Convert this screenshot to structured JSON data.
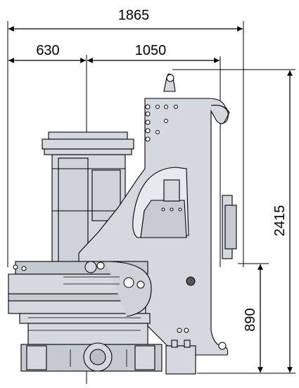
{
  "dimensions": {
    "overall_width": "1865",
    "left_offset": "630",
    "right_span": "1050",
    "overall_height": "2415",
    "lower_height": "890"
  },
  "colors": {
    "body_fill": "#d5d9df",
    "body_dark": "#a9aeb6",
    "line": "#000000"
  }
}
